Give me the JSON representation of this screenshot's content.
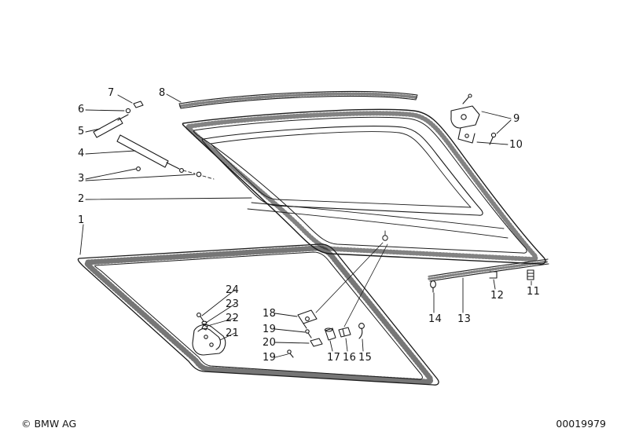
{
  "colors": {
    "ink": "#1b1b1b",
    "background": "#ffffff"
  },
  "footer": {
    "copyright": "© BMW AG",
    "drawing_number": "00019979"
  },
  "callouts": [
    {
      "label": "7"
    },
    {
      "label": "6"
    },
    {
      "label": "8"
    },
    {
      "label": "5"
    },
    {
      "label": "4"
    },
    {
      "label": "3"
    },
    {
      "label": "2"
    },
    {
      "label": "1"
    },
    {
      "label": "9"
    },
    {
      "label": "10"
    },
    {
      "label": "11"
    },
    {
      "label": "12"
    },
    {
      "label": "14"
    },
    {
      "label": "13"
    },
    {
      "label": "24"
    },
    {
      "label": "23"
    },
    {
      "label": "22"
    },
    {
      "label": "21"
    },
    {
      "label": "18"
    },
    {
      "label": "19"
    },
    {
      "label": "20"
    },
    {
      "label": "19"
    },
    {
      "label": "17"
    },
    {
      "label": "16"
    },
    {
      "label": "15"
    }
  ]
}
